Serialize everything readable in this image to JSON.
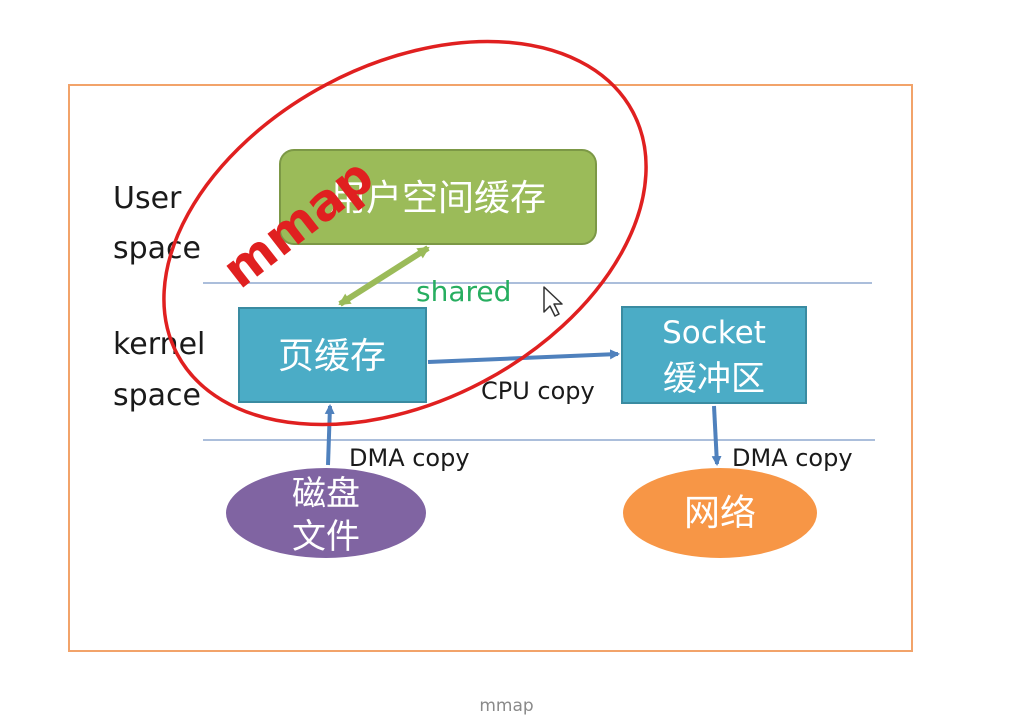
{
  "colors": {
    "frame_border": "#f2a36a",
    "divider": "#8fa8cf",
    "user_box_fill": "#9bbb59",
    "user_box_border": "#7c9846",
    "kernel_box_fill": "#4bacc6",
    "kernel_box_border": "#3a8ba1",
    "disk_fill": "#8064a2",
    "net_fill": "#f79646",
    "arrow_blue": "#4f81bd",
    "arrow_green": "#9bbb59",
    "shared_text": "#27ae60",
    "annotation_red": "#e02020",
    "caption": "#8a8a8a"
  },
  "labels": {
    "user_space_line1": "User",
    "user_space_line2": "space",
    "kernel_space_line1": "kernel",
    "kernel_space_line2": "space"
  },
  "nodes": {
    "user_buffer": "用户空间缓存",
    "page_cache": "页缓存",
    "socket_line1": "Socket",
    "socket_line2": "缓冲区",
    "disk_line1": "磁盘",
    "disk_line2": "文件",
    "network": "网络"
  },
  "edges": {
    "shared": "shared",
    "cpu_copy": "CPU copy",
    "dma_copy_disk": "DMA copy",
    "dma_copy_net": "DMA copy"
  },
  "annotation": {
    "text": "mmap"
  },
  "icons": {
    "cursor": "mouse-pointer-icon"
  },
  "caption": "mmap"
}
